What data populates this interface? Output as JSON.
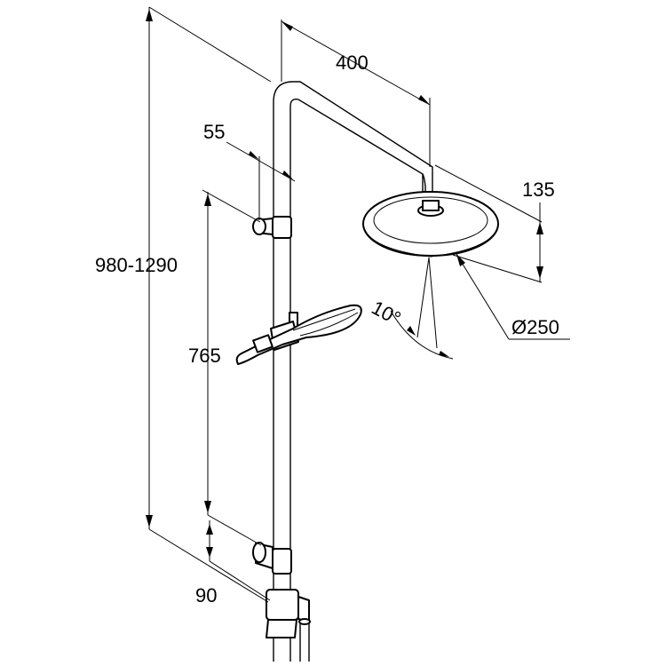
{
  "dimensions": {
    "head_offset": "400",
    "bracket_offset": "55",
    "total_height": "980-1290",
    "head_height": "135",
    "spray_angle": "10°",
    "head_diameter": "Ø250",
    "slider_range": "765",
    "bottom_offset": "90"
  }
}
